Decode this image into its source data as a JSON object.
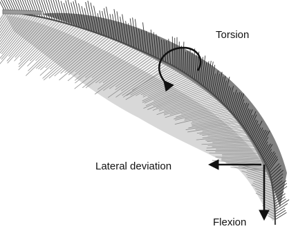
{
  "labels": {
    "torsion": "Torsion",
    "lateral_deviation": "Lateral deviation",
    "flexion": "Flexion"
  },
  "colors": {
    "dark_barbs": "#141414",
    "light_barbs": "#8a8a8a",
    "shaft": "#5a5a5a",
    "arrow": "#111111"
  }
}
